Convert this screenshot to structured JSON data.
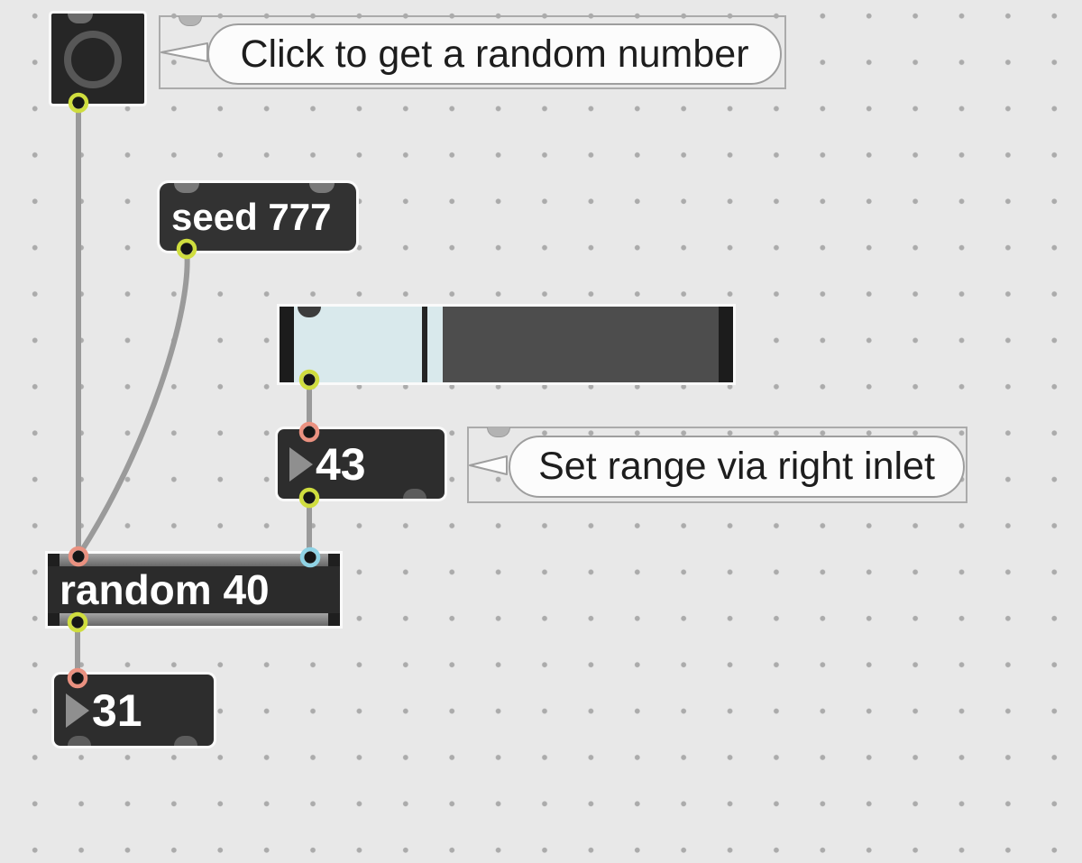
{
  "patcher": {
    "comment_click": {
      "text": "Click to get a random number"
    },
    "comment_range": {
      "text": "Set range via right inlet"
    },
    "message_box": {
      "text": "seed 777"
    },
    "object_box": {
      "text": "random 40"
    },
    "number_box_range": {
      "value": "43"
    },
    "number_box_output": {
      "value": "31"
    },
    "button": {
      "icon": "bang-circle-icon"
    },
    "slider": {
      "type": "horizontal-slider"
    }
  },
  "colors": {
    "background": "#e8e8e8",
    "grid_dot": "#ababab",
    "patch_cord": "#9a9a9a",
    "outlet_ring_yellow": "#cfdd3e",
    "inlet_ring_salmon": "#ea9180",
    "inlet_ring_cyan": "#8fd3e5",
    "slider_fill_blue": "#d9e9ec",
    "object_dark": "#2b2b2b"
  }
}
